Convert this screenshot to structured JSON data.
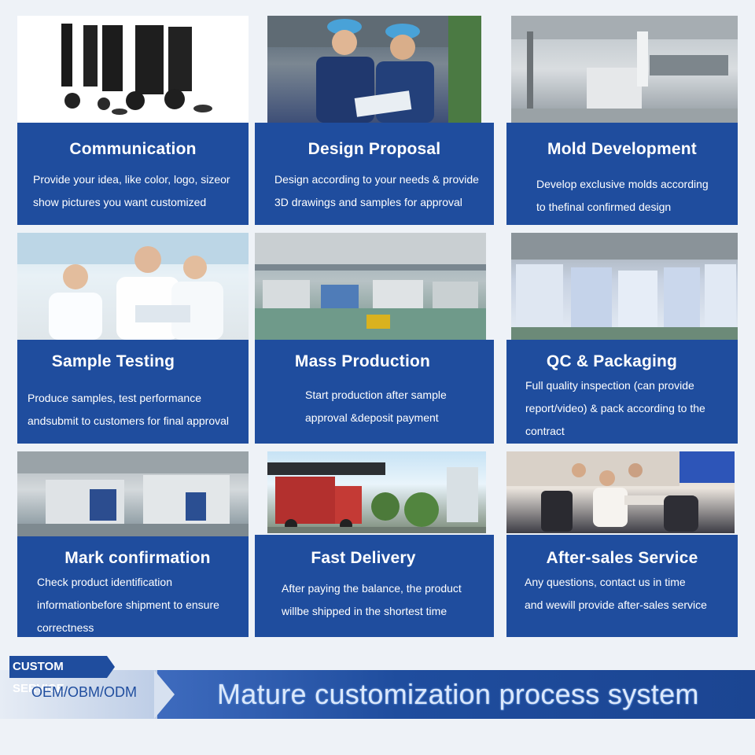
{
  "steps": [
    {
      "title": "Communication",
      "lines": [
        "Provide your idea, like color, logo, sizeor",
        "show pictures you want customized"
      ],
      "photo": "pipe-fittings-photo"
    },
    {
      "title": "Design Proposal",
      "lines": [
        "Design according to your needs & provide",
        "3D drawings and samples for approval"
      ],
      "photo": "engineers-photo"
    },
    {
      "title": "Mold Development",
      "lines": [
        "Develop exclusive molds according",
        "to thefinal confirmed design"
      ],
      "photo": "extrusion-line-photo"
    },
    {
      "title": "Sample Testing",
      "lines": [
        "Produce samples, test performance",
        "andsubmit to customers for final approval"
      ],
      "photo": "laboratory-photo"
    },
    {
      "title": "Mass Production",
      "lines": [
        "Start production after sample",
        "approval &deposit payment"
      ],
      "photo": "factory-floor-photo"
    },
    {
      "title": "QC & Packaging",
      "lines": [
        "Full quality inspection (can provide",
        "report/video) & pack according to the",
        "contract"
      ],
      "photo": "warehouse-photo"
    },
    {
      "title": "Mark confirmation",
      "lines": [
        "Check product identification",
        "informationbefore shipment to ensure",
        "correctness"
      ],
      "photo": "injection-machine-photo"
    },
    {
      "title": "Fast Delivery",
      "lines": [
        "After paying the balance, the product",
        "willbe shipped in the shortest time"
      ],
      "photo": "truck-loading-photo"
    },
    {
      "title": "After-sales Service",
      "lines": [
        "Any questions, contact us in time",
        "and wewill provide after-sales service"
      ],
      "photo": "office-meeting-photo"
    }
  ],
  "banner": {
    "tag": "CUSTOM SERVICE",
    "oem": "OEM/OBM/ODM",
    "slogan": "Mature customization process system"
  },
  "colors": {
    "panel": "#1f4d9e",
    "background": "#eef2f7"
  }
}
